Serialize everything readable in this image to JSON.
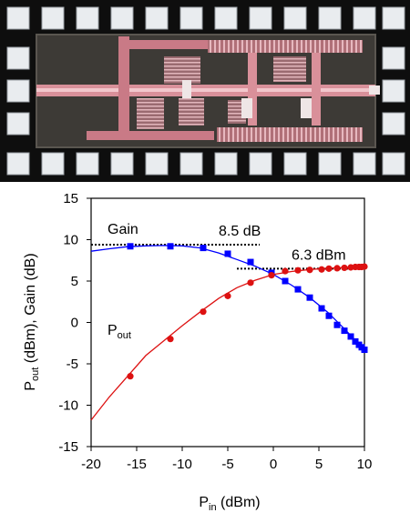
{
  "chart_data": {
    "type": "line",
    "xlabel": "P",
    "xlabel_sub": "in",
    "xlabel_unit": " (dBm)",
    "ylabel_p1": "P",
    "ylabel_sub": "out",
    "ylabel_p2": " (dBm), Gain (dB)",
    "xlim": [
      -20,
      10
    ],
    "ylim": [
      -15,
      15
    ],
    "xticks": [
      -20,
      -15,
      -10,
      -5,
      0,
      5,
      10
    ],
    "yticks": [
      -15,
      -10,
      -5,
      0,
      5,
      10,
      15
    ],
    "grid": false,
    "series": [
      {
        "name": "Gain",
        "color": "#0000ff",
        "marker": "square",
        "line": [
          [
            -20,
            8.6
          ],
          [
            -18,
            8.9
          ],
          [
            -16,
            9.15
          ],
          [
            -14,
            9.25
          ],
          [
            -12,
            9.3
          ],
          [
            -10,
            9.25
          ],
          [
            -8,
            9.0
          ],
          [
            -6,
            8.4
          ],
          [
            -4,
            7.6
          ],
          [
            -2,
            6.8
          ],
          [
            0,
            5.8
          ],
          [
            2,
            4.5
          ],
          [
            4,
            3.0
          ],
          [
            6,
            1.2
          ],
          [
            8,
            -1.0
          ],
          [
            10,
            -3.3
          ]
        ],
        "x": [
          -15.7,
          -11.3,
          -7.7,
          -5.0,
          -2.5,
          -0.2,
          1.3,
          2.7,
          4.0,
          5.3,
          6.1,
          7.0,
          7.8,
          8.5,
          9.0,
          9.4,
          9.7,
          10.0
        ],
        "y": [
          9.2,
          9.2,
          9.0,
          8.3,
          7.3,
          6.0,
          5.0,
          4.0,
          3.0,
          1.7,
          0.8,
          -0.3,
          -1.0,
          -1.7,
          -2.3,
          -2.7,
          -3.0,
          -3.3
        ]
      },
      {
        "name": "P_out",
        "color": "#dd1111",
        "marker": "circle",
        "line": [
          [
            -20,
            -11.8
          ],
          [
            -18,
            -9.0
          ],
          [
            -16,
            -6.5
          ],
          [
            -14,
            -4.0
          ],
          [
            -12,
            -2.2
          ],
          [
            -10,
            -0.4
          ],
          [
            -8,
            1.3
          ],
          [
            -6,
            2.9
          ],
          [
            -4,
            4.2
          ],
          [
            -2,
            5.1
          ],
          [
            0,
            5.8
          ],
          [
            2,
            6.15
          ],
          [
            4,
            6.4
          ],
          [
            6,
            6.55
          ],
          [
            8,
            6.65
          ],
          [
            10,
            6.75
          ]
        ],
        "x": [
          -15.7,
          -11.3,
          -7.7,
          -5.0,
          -2.5,
          -0.2,
          1.3,
          2.7,
          4.0,
          5.3,
          6.1,
          7.0,
          7.8,
          8.5,
          9.0,
          9.4,
          9.7,
          10.0
        ],
        "y": [
          -6.5,
          -2.0,
          1.3,
          3.2,
          4.8,
          5.7,
          6.2,
          6.3,
          6.35,
          6.4,
          6.5,
          6.55,
          6.6,
          6.65,
          6.7,
          6.7,
          6.7,
          6.75
        ]
      }
    ],
    "reference_lines": [
      {
        "x": [
          -20,
          -1.5
        ],
        "y": 9.4
      },
      {
        "x": [
          -4,
          10
        ],
        "y": 6.5
      }
    ],
    "annotations": [
      {
        "text": "Gain",
        "x": -18.2,
        "y": 10.7
      },
      {
        "text": "8.5 dB",
        "x": -6.0,
        "y": 10.5
      },
      {
        "text": "6.3 dBm",
        "x": 2.0,
        "y": 7.6
      },
      {
        "text": "P",
        "sub": "out",
        "x": -18.2,
        "y": -1.5
      }
    ]
  }
}
